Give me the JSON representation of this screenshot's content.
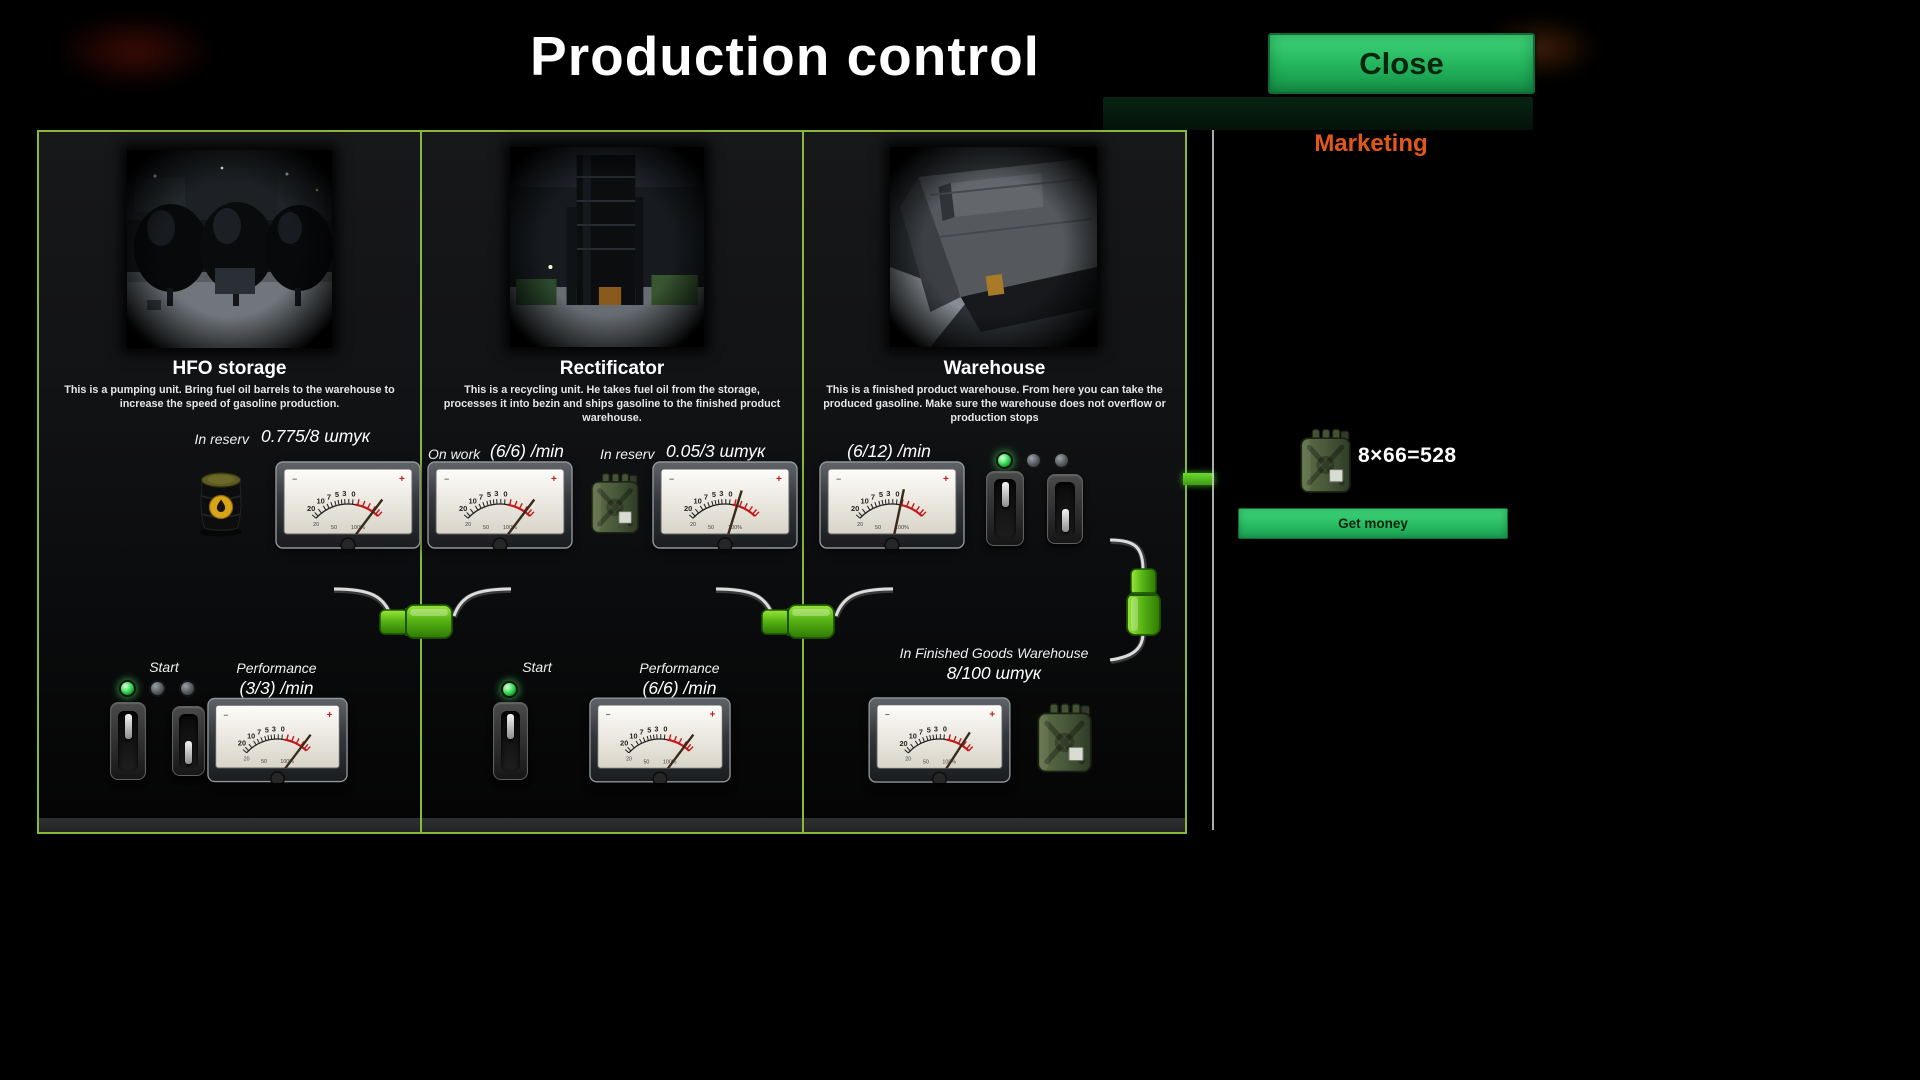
{
  "header": {
    "title": "Production control",
    "close_label": "Close",
    "marketing_label": "Marketing"
  },
  "panels": [
    {
      "title": "HFO storage",
      "description": "This is a pumping unit. Bring fuel oil barrels to the warehouse to increase the speed of gasoline production.",
      "reserve_label": "In reserv",
      "reserve_value": "0.775/8 штук",
      "start_label": "Start",
      "performance_label": "Performance",
      "performance_value": "(3/3) /min"
    },
    {
      "title": "Rectificator",
      "description": "This is a recycling unit. He takes fuel oil from the storage, processes it into bezin and ships gasoline to the finished product warehouse.",
      "onwork_label": "On work",
      "onwork_value": "(6/6) /min",
      "reserve_label": "In reserv",
      "reserve_value": "0.05/3 штук",
      "start_label": "Start",
      "performance_label": "Performance",
      "performance_value": "(6/6) /min"
    },
    {
      "title": "Warehouse",
      "description": "This is a finished product warehouse. From here you can take the produced gasoline. Make sure the warehouse does not overflow or production stops",
      "rate_value": "(6/12) /min",
      "stock_label": "In Finished Goods Warehouse",
      "stock_value": "8/100 штук"
    }
  ],
  "money": {
    "formula": "8×66=528",
    "get_money_label": "Get money"
  },
  "gauge": {
    "scale_labels": [
      "20",
      "10",
      "7",
      "5",
      "3",
      "0"
    ],
    "percent_labels": [
      "20",
      "50",
      "100%"
    ],
    "minus": "−",
    "plus": "+"
  },
  "icons": {
    "barrel": "fuel-oil-barrel-icon",
    "jerrycan": "gasoline-canister-icon"
  },
  "colors": {
    "panel_border_green": "#86b93c",
    "button_green": "#2bbf63",
    "marketing_orange": "#e2581b",
    "connector_green": "#58b514"
  }
}
